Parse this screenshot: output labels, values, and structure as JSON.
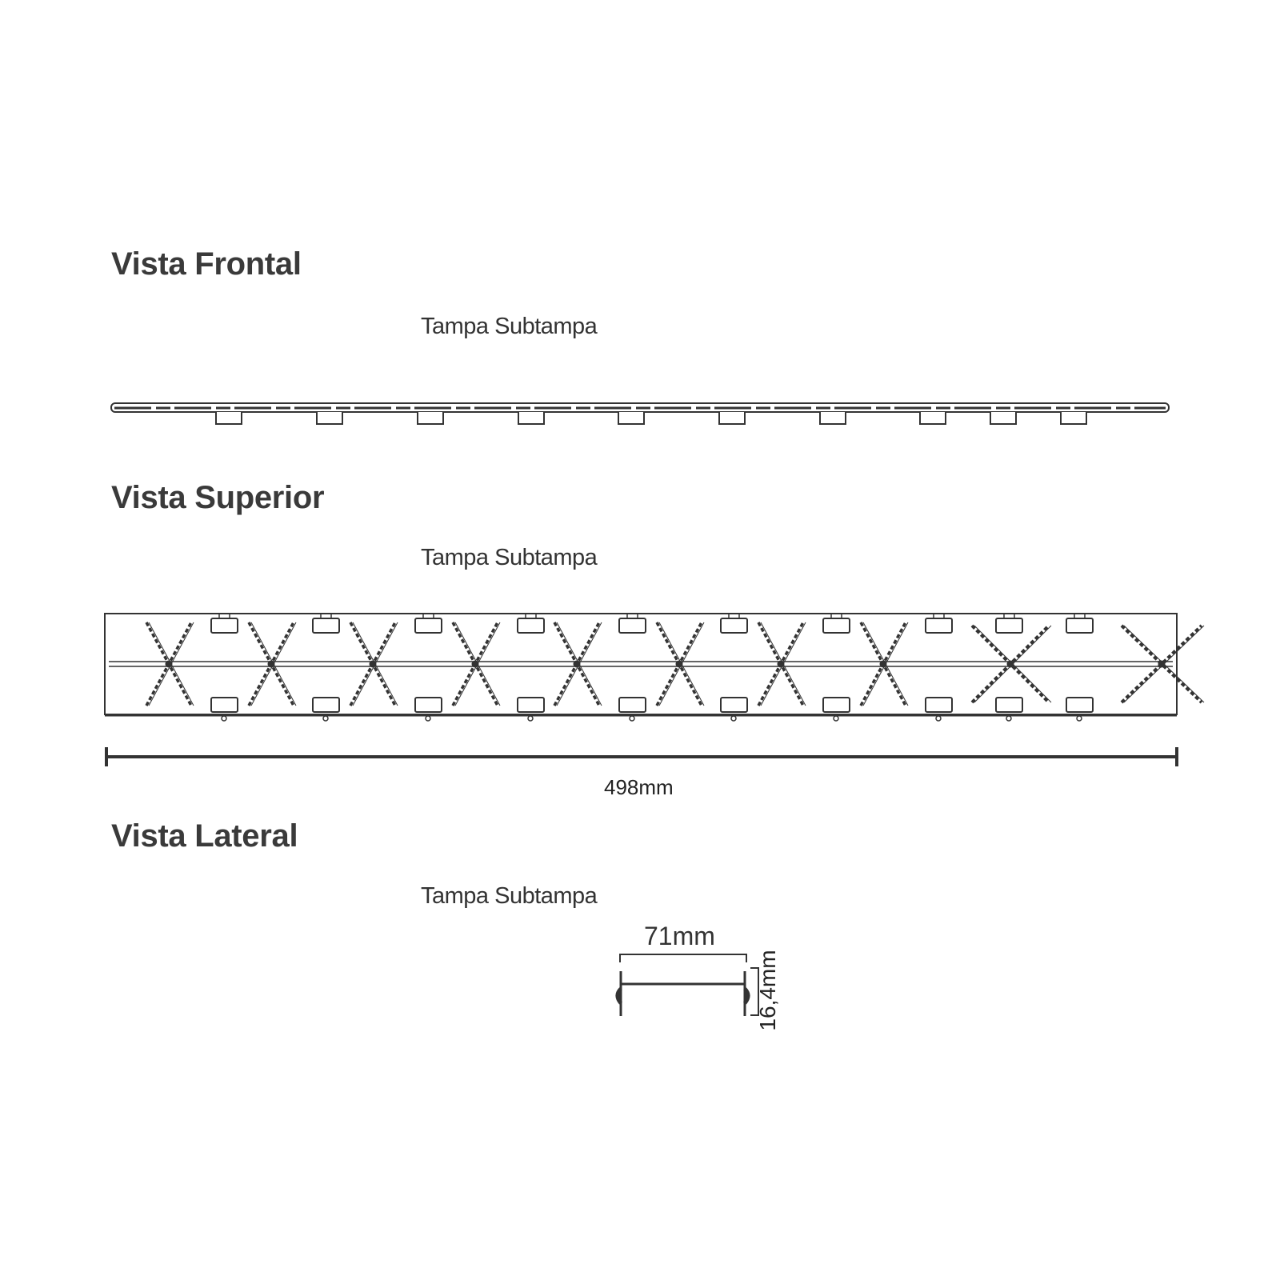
{
  "sections": [
    {
      "id": "frontal",
      "title": "Vista Frontal",
      "subtitle": "Tampa Subtampa"
    },
    {
      "id": "superior",
      "title": "Vista Superior",
      "subtitle": "Tampa Subtampa"
    },
    {
      "id": "lateral",
      "title": "Vista Lateral",
      "subtitle": "Tampa Subtampa"
    }
  ],
  "dimensions": {
    "length": "498mm",
    "width": "71mm",
    "height": "16,4mm"
  },
  "colors": {
    "line": "#333333",
    "background": "#ffffff"
  }
}
